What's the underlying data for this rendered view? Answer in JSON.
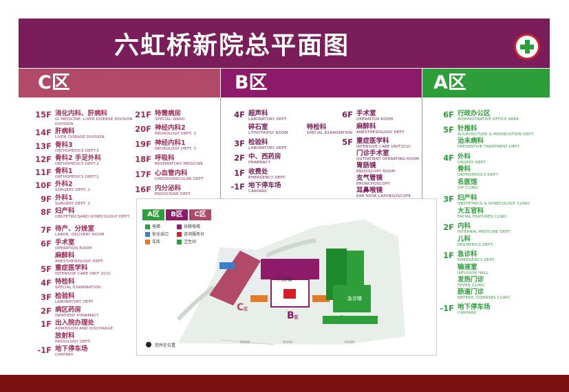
{
  "title": "六虹桥新院总平面图",
  "zones": {
    "c": "C区",
    "b": "B区",
    "a": "A区"
  },
  "c_col1": [
    {
      "floor": "15F",
      "name": "消化内科、肝病科",
      "en": "GI MEDICINE, LIVER DISEASE DIVISION"
    },
    {
      "floor": "14F",
      "name": "肝病科",
      "en": "LIVER DISEASE DIVISION"
    },
    {
      "floor": "13F",
      "name": "骨科3",
      "en": "ORTHOPEDICS DEPT.3"
    },
    {
      "floor": "12F",
      "name": "骨科2 手足外科",
      "en": "ORTHOPEDICS DEPT.2"
    },
    {
      "floor": "11F",
      "name": "骨科1",
      "en": "ORTHOPEDICS DEPT.1"
    },
    {
      "floor": "10F",
      "name": "外科2",
      "en": "SURGERY DEPT. 2"
    },
    {
      "floor": "9F",
      "name": "外科1",
      "en": "SURGERY DEPT. 1"
    },
    {
      "floor": "8F",
      "name": "妇产科",
      "en": "OBSTETRICSAND GYNECOLOGY DEPT."
    },
    {
      "floor": "7F",
      "name": "待产、分娩室",
      "en": "LABOR, DELIVERY ROOM"
    },
    {
      "floor": "6F",
      "name": "手术室",
      "en": "OPERATION ROOM"
    },
    {
      "floor": "",
      "name": "麻醉科",
      "en": "ANESTHESIOLOGY DEPT."
    },
    {
      "floor": "5F",
      "name": "重症医学科",
      "en": "INTENSIVE CARE UNIT (ICU)"
    },
    {
      "floor": "4F",
      "name": "特检科",
      "en": "SPECIAL EXAMINATION"
    },
    {
      "floor": "3F",
      "name": "检验科",
      "en": "LABORATORY DEPT."
    },
    {
      "floor": "2F",
      "name": "病区药房",
      "en": "INPATIENT PHARMACY"
    },
    {
      "floor": "1F",
      "name": "出入院办理处",
      "en": "ADMISSION AND DISCHARGE"
    },
    {
      "floor": "",
      "name": "放射科",
      "en": "RADIOLOGY DEPT."
    },
    {
      "floor": "-1F",
      "name": "地下停车场",
      "en": "CARPARK"
    }
  ],
  "c_col2": [
    {
      "floor": "21F",
      "name": "特需病房",
      "en": "SPECIAL WARD"
    },
    {
      "floor": "20F",
      "name": "神经内科2",
      "en": "NEUROLOGY DEPT. 2"
    },
    {
      "floor": "19F",
      "name": "神经内科1",
      "en": "NEUROLOGY DEPT. 1"
    },
    {
      "floor": "18F",
      "name": "呼吸科",
      "en": "RESPIRATORY MEDICINE"
    },
    {
      "floor": "17F",
      "name": "心血管内科",
      "en": "CARDIOVASCULAR DEPT."
    },
    {
      "floor": "16F",
      "name": "内分泌科",
      "en": "ENDOCRINE DEPT."
    }
  ],
  "b_col1": {
    "f4": {
      "floor": "4F",
      "a": "超声科",
      "a_en": "LABORATORY DEPT.",
      "b": "碎石室",
      "b_en": "LITHOTRIPSY ROOM",
      "c": "特检科",
      "c_en": "SPECIAL EXAMINATION"
    },
    "f3": {
      "floor": "3F",
      "name": "检验科",
      "en": "LABORATORY DEPT."
    },
    "f2": {
      "floor": "2F",
      "name": "中、西药房",
      "en": "PHARMACY"
    },
    "f1": {
      "floor": "1F",
      "name": "收费处",
      "en": "EMERGENCY DEPT."
    },
    "fm1": {
      "floor": "-1F",
      "name": "地下停车场",
      "en": "CARPARK"
    }
  },
  "b_col2": [
    {
      "floor": "6F",
      "name": "手术室",
      "en": "OPERATION ROOM"
    },
    {
      "floor": "",
      "name": "麻醉科",
      "en": "ANESTHESIOLOGY DEPT."
    },
    {
      "floor": "5F",
      "name": "重症医学科",
      "en": "INTENSIVE CARE UNIT(ICU)"
    },
    {
      "floor": "",
      "name": "门诊手术室",
      "en": "OUTPATIENT OPERATING ROOM"
    },
    {
      "floor": "",
      "name": "胃肠镜",
      "en": "ENDOSCOPY ROOM"
    },
    {
      "floor": "",
      "name": "支气管镜",
      "en": "BRONCHOSCOPY"
    },
    {
      "floor": "",
      "name": "耳鼻喉镜",
      "en": "EAR NOSE LARYNGOSCOPE"
    }
  ],
  "a_col": [
    {
      "floor": "6F",
      "name": "行政办公区",
      "en": "ADMINISTRATIVE OFFICE AREA"
    },
    {
      "floor": "5F",
      "name": "针推科",
      "en": "ACUPUNCTURE & MOXIBUSTION DEPT."
    },
    {
      "floor": "",
      "name": "治未病科",
      "en": "PREVENTIVE TREATMENT DEPT."
    },
    {
      "floor": "4F",
      "name": "外科",
      "en": "URGERY DEPT."
    },
    {
      "floor": "",
      "name": "骨科",
      "en": "ORTHOPEDICS DEPT."
    },
    {
      "floor": "",
      "name": "名医馆",
      "en": "VIP CLINIC"
    },
    {
      "floor": "3F",
      "name": "妇产科",
      "en": "OBSTETRICS & GYNECOLOGY CLINIC"
    },
    {
      "floor": "",
      "name": "大五官科",
      "en": "FACIAL FEATURES CLINIC"
    },
    {
      "floor": "2F",
      "name": "内科",
      "en": "INTERNAL MEDICINE DEPT."
    },
    {
      "floor": "",
      "name": "儿科",
      "en": "PEDIATRICS DEPT."
    },
    {
      "floor": "1F",
      "name": "急诊科",
      "en": "EMERGENCY DEPT."
    },
    {
      "floor": "",
      "name": "输液室",
      "en": "INFUSION HALL"
    },
    {
      "floor": "",
      "name": "发热门诊",
      "en": "FEVER CLINIC"
    },
    {
      "floor": "",
      "name": "肠道门诊",
      "en": "ENTERIC DISEASES CLINIC"
    },
    {
      "floor": "-1F",
      "name": "地下停车场",
      "en": "CARPARK"
    }
  ],
  "map": {
    "tabs": [
      "A区",
      "B区",
      "C区"
    ],
    "legend": [
      "电梯",
      "扶梯电梯",
      "安全出口",
      "咨询服务台",
      "车库",
      "卫生间"
    ],
    "building_b": "门诊楼",
    "building_a": "急诊楼",
    "label_c": "C",
    "label_b": "B",
    "label_a": "A",
    "zone_suffix": "区",
    "you_are_here": "您所在位置",
    "road": "ROAD",
    "colors": {
      "a": "#2e9e3a",
      "b": "#8e1a6a",
      "c": "#b04a68"
    }
  }
}
